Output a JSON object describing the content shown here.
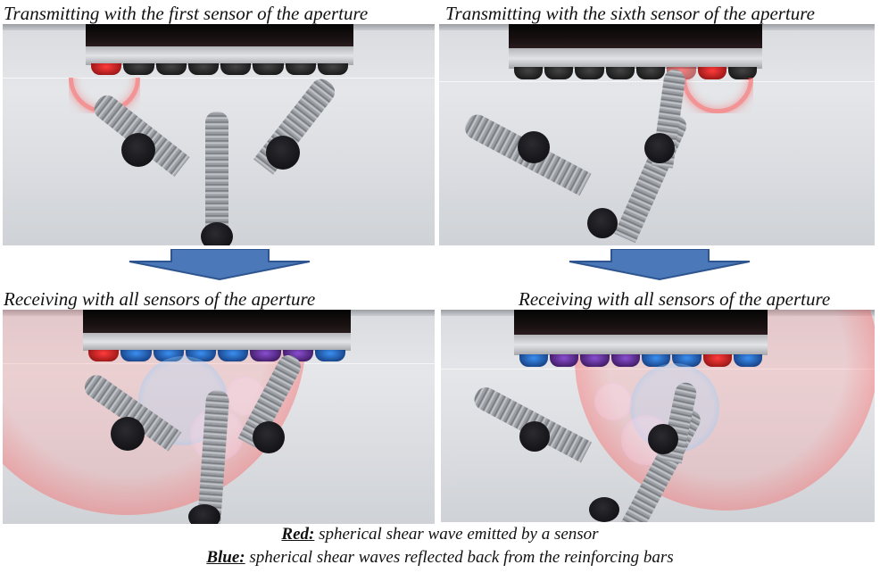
{
  "figure": {
    "panels": [
      {
        "id": "top-left",
        "caption": "Transmitting with the first sensor of the aperture",
        "active_sensor": 1,
        "phase": "transmit"
      },
      {
        "id": "top-right",
        "caption": "Transmitting with the sixth sensor of the aperture",
        "active_sensor": 6,
        "phase": "transmit"
      },
      {
        "id": "bottom-left",
        "caption": "Receiving with all sensors of the aperture",
        "phase": "receive"
      },
      {
        "id": "bottom-right",
        "caption": "Receiving with all sensors of the aperture",
        "phase": "receive"
      }
    ],
    "arrows": [
      {
        "id": "left-arrow",
        "icon": "down-arrow-icon",
        "color": "#4a78b8"
      },
      {
        "id": "right-arrow",
        "icon": "down-arrow-icon",
        "color": "#4a78b8"
      }
    ],
    "sensor_count": 8,
    "legend": {
      "red": {
        "key": "Red:",
        "text": " spherical shear wave emitted by a sensor",
        "color": "#e83a3a"
      },
      "blue": {
        "key": "Blue:",
        "text": " spherical shear waves reflected back from the reinforcing bars",
        "color": "#3a7fe0"
      }
    }
  }
}
